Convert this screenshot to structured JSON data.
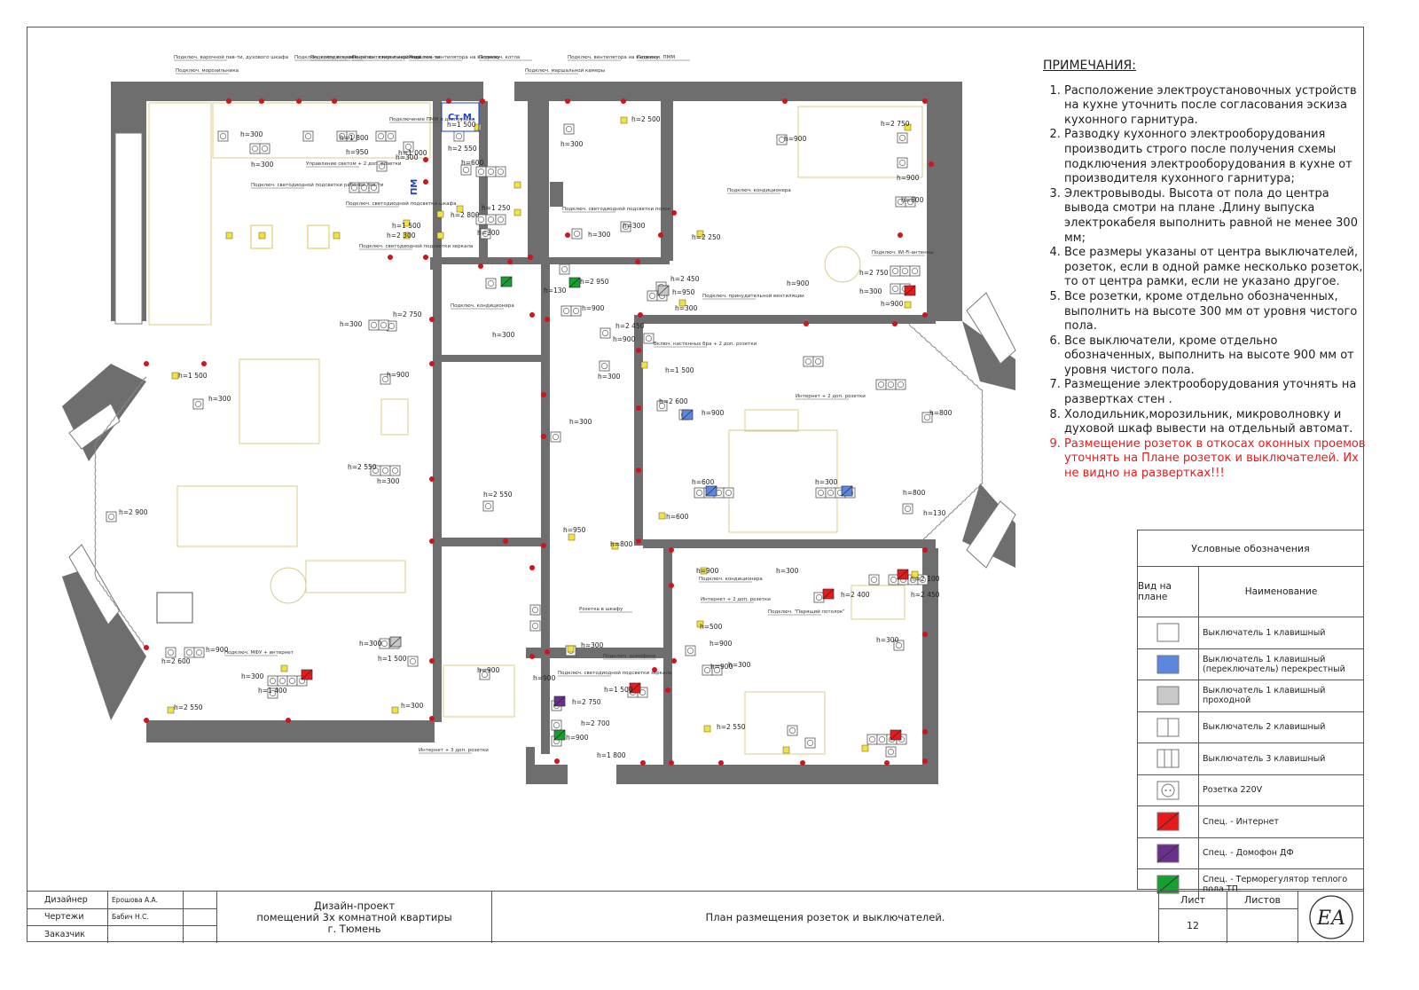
{
  "notes": {
    "heading": "ПРИМЕЧАНИЯ:",
    "items": [
      {
        "text": "Расположение электроустановочных устройств на кухне уточнить после согласования эскиза кухонного гарнитура.",
        "red": false
      },
      {
        "text": "Разводку кухонного электрооборудования производить строго после получения схемы подключения электрооборудования в кухне от производителя кухонного гарнитура;",
        "red": false
      },
      {
        "text": "Электровыводы. Высота от пола до центра вывода смотри на плане .Длину выпуска электрокабеля выполнить равной не менее 300 мм;",
        "red": false
      },
      {
        "text": "Все размеры указаны от центра выключателей, розеток, если в одной рамке несколько розеток, то от центра рамки, если не указано другое.",
        "red": false
      },
      {
        "text": "Все розетки, кроме отдельно обозначенных, выполнить на высоте 300 мм от уровня чистого пола.",
        "red": false
      },
      {
        "text": "Все выключатели, кроме отдельно обозначенных, выполнить на высоте 900 мм от уровня чистого пола.",
        "red": false
      },
      {
        "text": "Размещение электрооборудования уточнять на развертках стен .",
        "red": false
      },
      {
        "text": "Холодильник,морозильник, микроволновку и духовой шкаф вывести на отдельный автомат.",
        "red": false
      },
      {
        "text": "Размещение розеток в откосах оконных проемов уточнять на Плане розеток и выключателей. Их не видно на развертках!!!",
        "red": true
      }
    ]
  },
  "legend": {
    "title": "Условные обозначения",
    "col_symbol": "Вид на плане",
    "col_name": "Наименование",
    "rows": [
      {
        "label": "Выключатель 1 клавишный",
        "icon": "switch-1-icon"
      },
      {
        "label": "Выключатель 1 клавишный (переключатель) перекрестный",
        "icon": "switch-cross-icon"
      },
      {
        "label": "Выключатель 1 клавишный проходной",
        "icon": "switch-pass-icon"
      },
      {
        "label": "Выключатель 2 клавишный",
        "icon": "switch-2-icon"
      },
      {
        "label": "Выключатель 3 клавишный",
        "icon": "switch-3-icon"
      },
      {
        "label": "Розетка 220V",
        "icon": "socket-icon"
      },
      {
        "label": "Спец. - Интернет",
        "icon": "internet-icon"
      },
      {
        "label": "Спец. - Домофон ДФ",
        "icon": "intercom-icon"
      },
      {
        "label": "Спец. - Терморегулятор теплого пола ТП",
        "icon": "thermostat-icon"
      }
    ],
    "colors": {
      "cross": "#5b87e0",
      "pass": "#c8c8c8",
      "internet": "#e8191b",
      "intercom": "#6a2f8e",
      "thermostat": "#16a02f"
    }
  },
  "title_block": {
    "roles": [
      "Дизайнер",
      "Чертежи",
      "Заказчик"
    ],
    "names": [
      "Ерошова А.А.",
      "Бабич Н.С.",
      ""
    ],
    "project_lines": [
      "Дизайн-проект",
      "помещений 3х комнатной квартиры",
      "г. Тюмень"
    ],
    "sheet_title": "План размещения розеток и выключателей.",
    "sheet_label": "Лист",
    "sheets_label": "Листов",
    "sheet_number": "12",
    "logo_text": "EA"
  },
  "plan": {
    "room_labels": [
      "Ст.М.",
      "ПМ"
    ],
    "height_marks": [
      "h=300",
      "h=300",
      "h=1 800",
      "h=950",
      "h=300",
      "h=1 000",
      "h=2 550",
      "h=1 500",
      "h=600",
      "h=1 250",
      "h=2 800",
      "h=300",
      "h=2 500",
      "h=2 750",
      "h=900",
      "h=800",
      "h=1 500",
      "h=2 300",
      "h=2 250",
      "h=300",
      "h=300",
      "h=900",
      "h=300",
      "h=900",
      "h=2 450",
      "h=950",
      "h=300",
      "h=2 750",
      "h=300",
      "h=900",
      "h=2 950",
      "h=300",
      "h=130",
      "h=900",
      "h=2 450",
      "h=900",
      "h=300",
      "h=1 500",
      "h=2 750",
      "h=300",
      "h=900",
      "h=1 500",
      "h=300",
      "h=800",
      "h=300",
      "h=900",
      "h=2 600",
      "h=600",
      "h=600",
      "h=300",
      "h=800",
      "h=130",
      "h=2 900",
      "h=2 550",
      "h=300",
      "h=2 550",
      "h=950",
      "h=800",
      "h=900",
      "h=300",
      "h=2 400",
      "h=2 100",
      "h=2 450",
      "h=300",
      "h=900",
      "h=900",
      "h=300",
      "h=1 500",
      "h=500",
      "h=900",
      "h=300",
      "h=2 750",
      "h=2 700",
      "h=900",
      "h=300",
      "h=1 500",
      "h=900",
      "h=300",
      "h=2 600",
      "h=2 550",
      "h=900",
      "h=300",
      "h=1 400",
      "h=1 800",
      "h=2 550"
    ],
    "callouts": [
      "Подключ. варочной пав-ти, духового шкафа",
      "Подключ. морозильника",
      "Подключ. холодильника",
      "Подключ. встроенной вытяжки и варочной пав-ти",
      "Подключ. стиральной маш.",
      "Подключ. вентилятора на вытяжку",
      "Подключ. котла",
      "Подключ. маршальной камеры",
      "Подключ. вентилятора на вытяжку",
      "Подключ. ПММ",
      "Подключение ПММ и диспоузера",
      "Управление светом + 2 доп. розетки",
      "Подключ. светодиодной подсветки рабочей пав-ти",
      "Подключ. светодиодной подсветки шкафа",
      "Подключ. светодиодной подсветки зеркала",
      "Подключ. светодиодной подсветки полок",
      "Подключ. кондиционера",
      "Подключ. принудительной вентиляции",
      "Подключ. кондиционера",
      "Включ. настенных бра + 2 доп. розетки",
      "Интернет + 2 доп. розетки",
      "Подключ. Wi-Fi-антенны",
      "Розетка в шкафу",
      "Подключ. домофона",
      "Подключ. светодиодной подсветки зеркала",
      "Интернет + 3 доп. розетки",
      "Подключ. МФУ + интернет",
      "Подключ. \"Парящий потолок\"",
      "Подключ. кондиционера",
      "Интернет + 2 доп. розетки"
    ]
  }
}
